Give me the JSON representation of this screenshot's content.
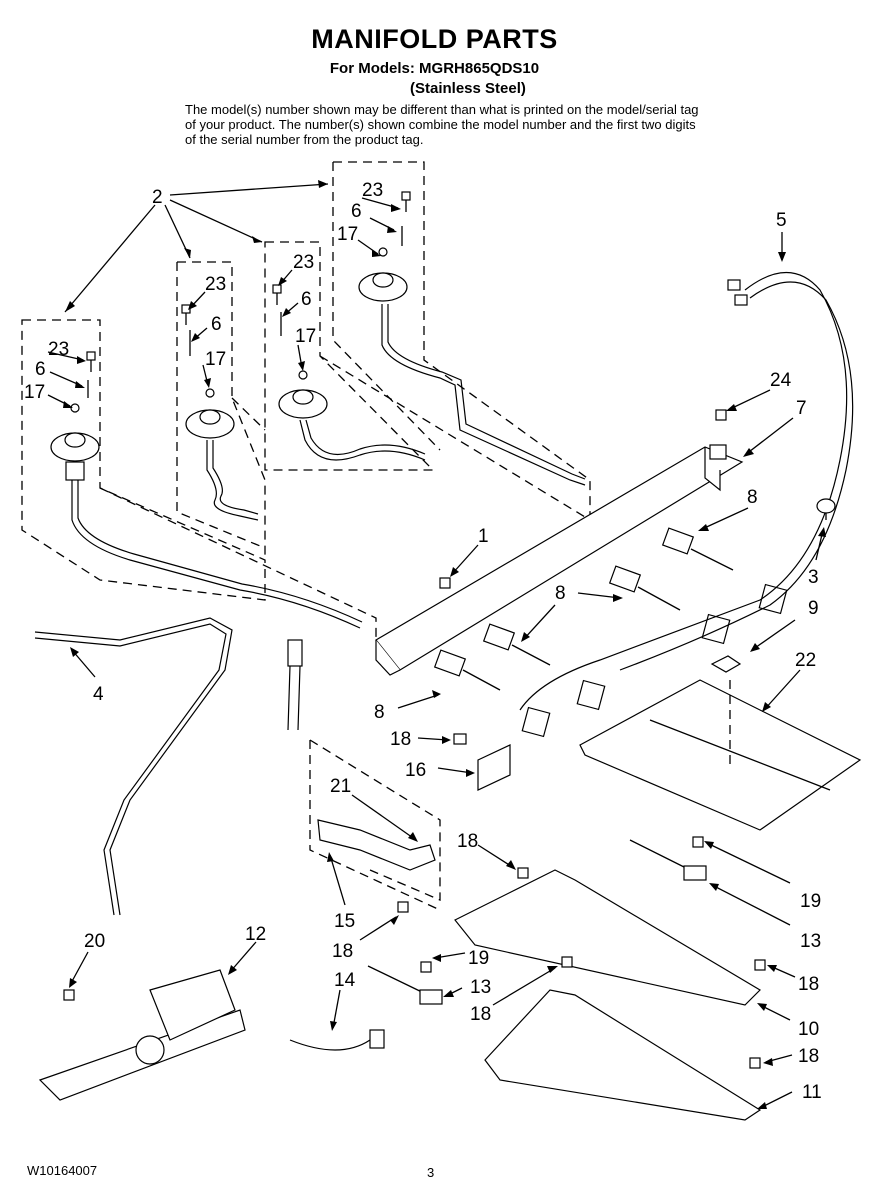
{
  "header": {
    "title": "MANIFOLD PARTS",
    "models_line": "For Models: MGRH865QDS10",
    "finish_line": "(Stainless Steel)",
    "note": "The model(s) number shown may be different than what is printed on the model/serial tag of your product. The number(s) shown combine the model number and the first two digits of the serial number from the product tag."
  },
  "footer": {
    "doc_number": "W10164007",
    "page": "3"
  },
  "callouts": {
    "c2": "2",
    "c23a": "23",
    "c6a": "6",
    "c17a": "17",
    "c23b": "23",
    "c6b": "6",
    "c17b": "17",
    "c23c": "23",
    "c6c": "6",
    "c17c": "17",
    "c23d": "23",
    "c6d": "6",
    "c17d": "17",
    "c5": "5",
    "c24": "24",
    "c7": "7",
    "c8a": "8",
    "c1": "1",
    "c3": "3",
    "c8b": "8",
    "c9": "9",
    "c22": "22",
    "c4": "4",
    "c8c": "8",
    "c18a": "18",
    "c16": "16",
    "c21": "21",
    "c18b": "18",
    "c19a": "19",
    "c15": "15",
    "c13a": "13",
    "c18c": "18",
    "c19b": "19",
    "c20": "20",
    "c12": "12",
    "c14": "14",
    "c13b": "13",
    "c18d": "18",
    "c18e": "18",
    "c10": "10",
    "c18f": "18",
    "c11": "11"
  }
}
